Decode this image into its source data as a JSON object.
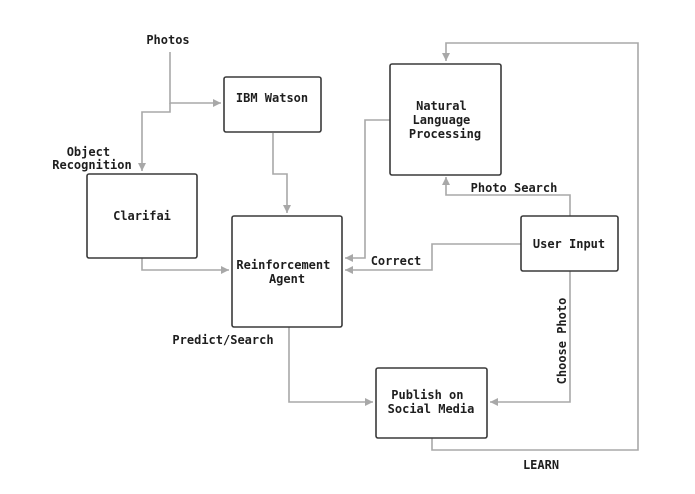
{
  "nodes": {
    "ibm_watson": [
      "IBM Watson"
    ],
    "clarifai": [
      "Clarifai"
    ],
    "nlp": [
      "Natural",
      "Language",
      "Processing"
    ],
    "agent": [
      "Reinforcement",
      "Agent"
    ],
    "user_input": [
      "User Input"
    ],
    "publish": [
      "Publish on",
      "Social Media"
    ]
  },
  "labels": {
    "photos": "Photos",
    "object_recognition": [
      "Object",
      "Recognition"
    ],
    "photo_search": "Photo Search",
    "correct": "Correct",
    "predict_search": "Predict/Search",
    "choose_photo": "Choose Photo",
    "learn": "LEARN"
  },
  "colors": {
    "box_stroke": "#3a3a3a",
    "edge": "#a8a8a8",
    "text": "#1e1e1e"
  }
}
